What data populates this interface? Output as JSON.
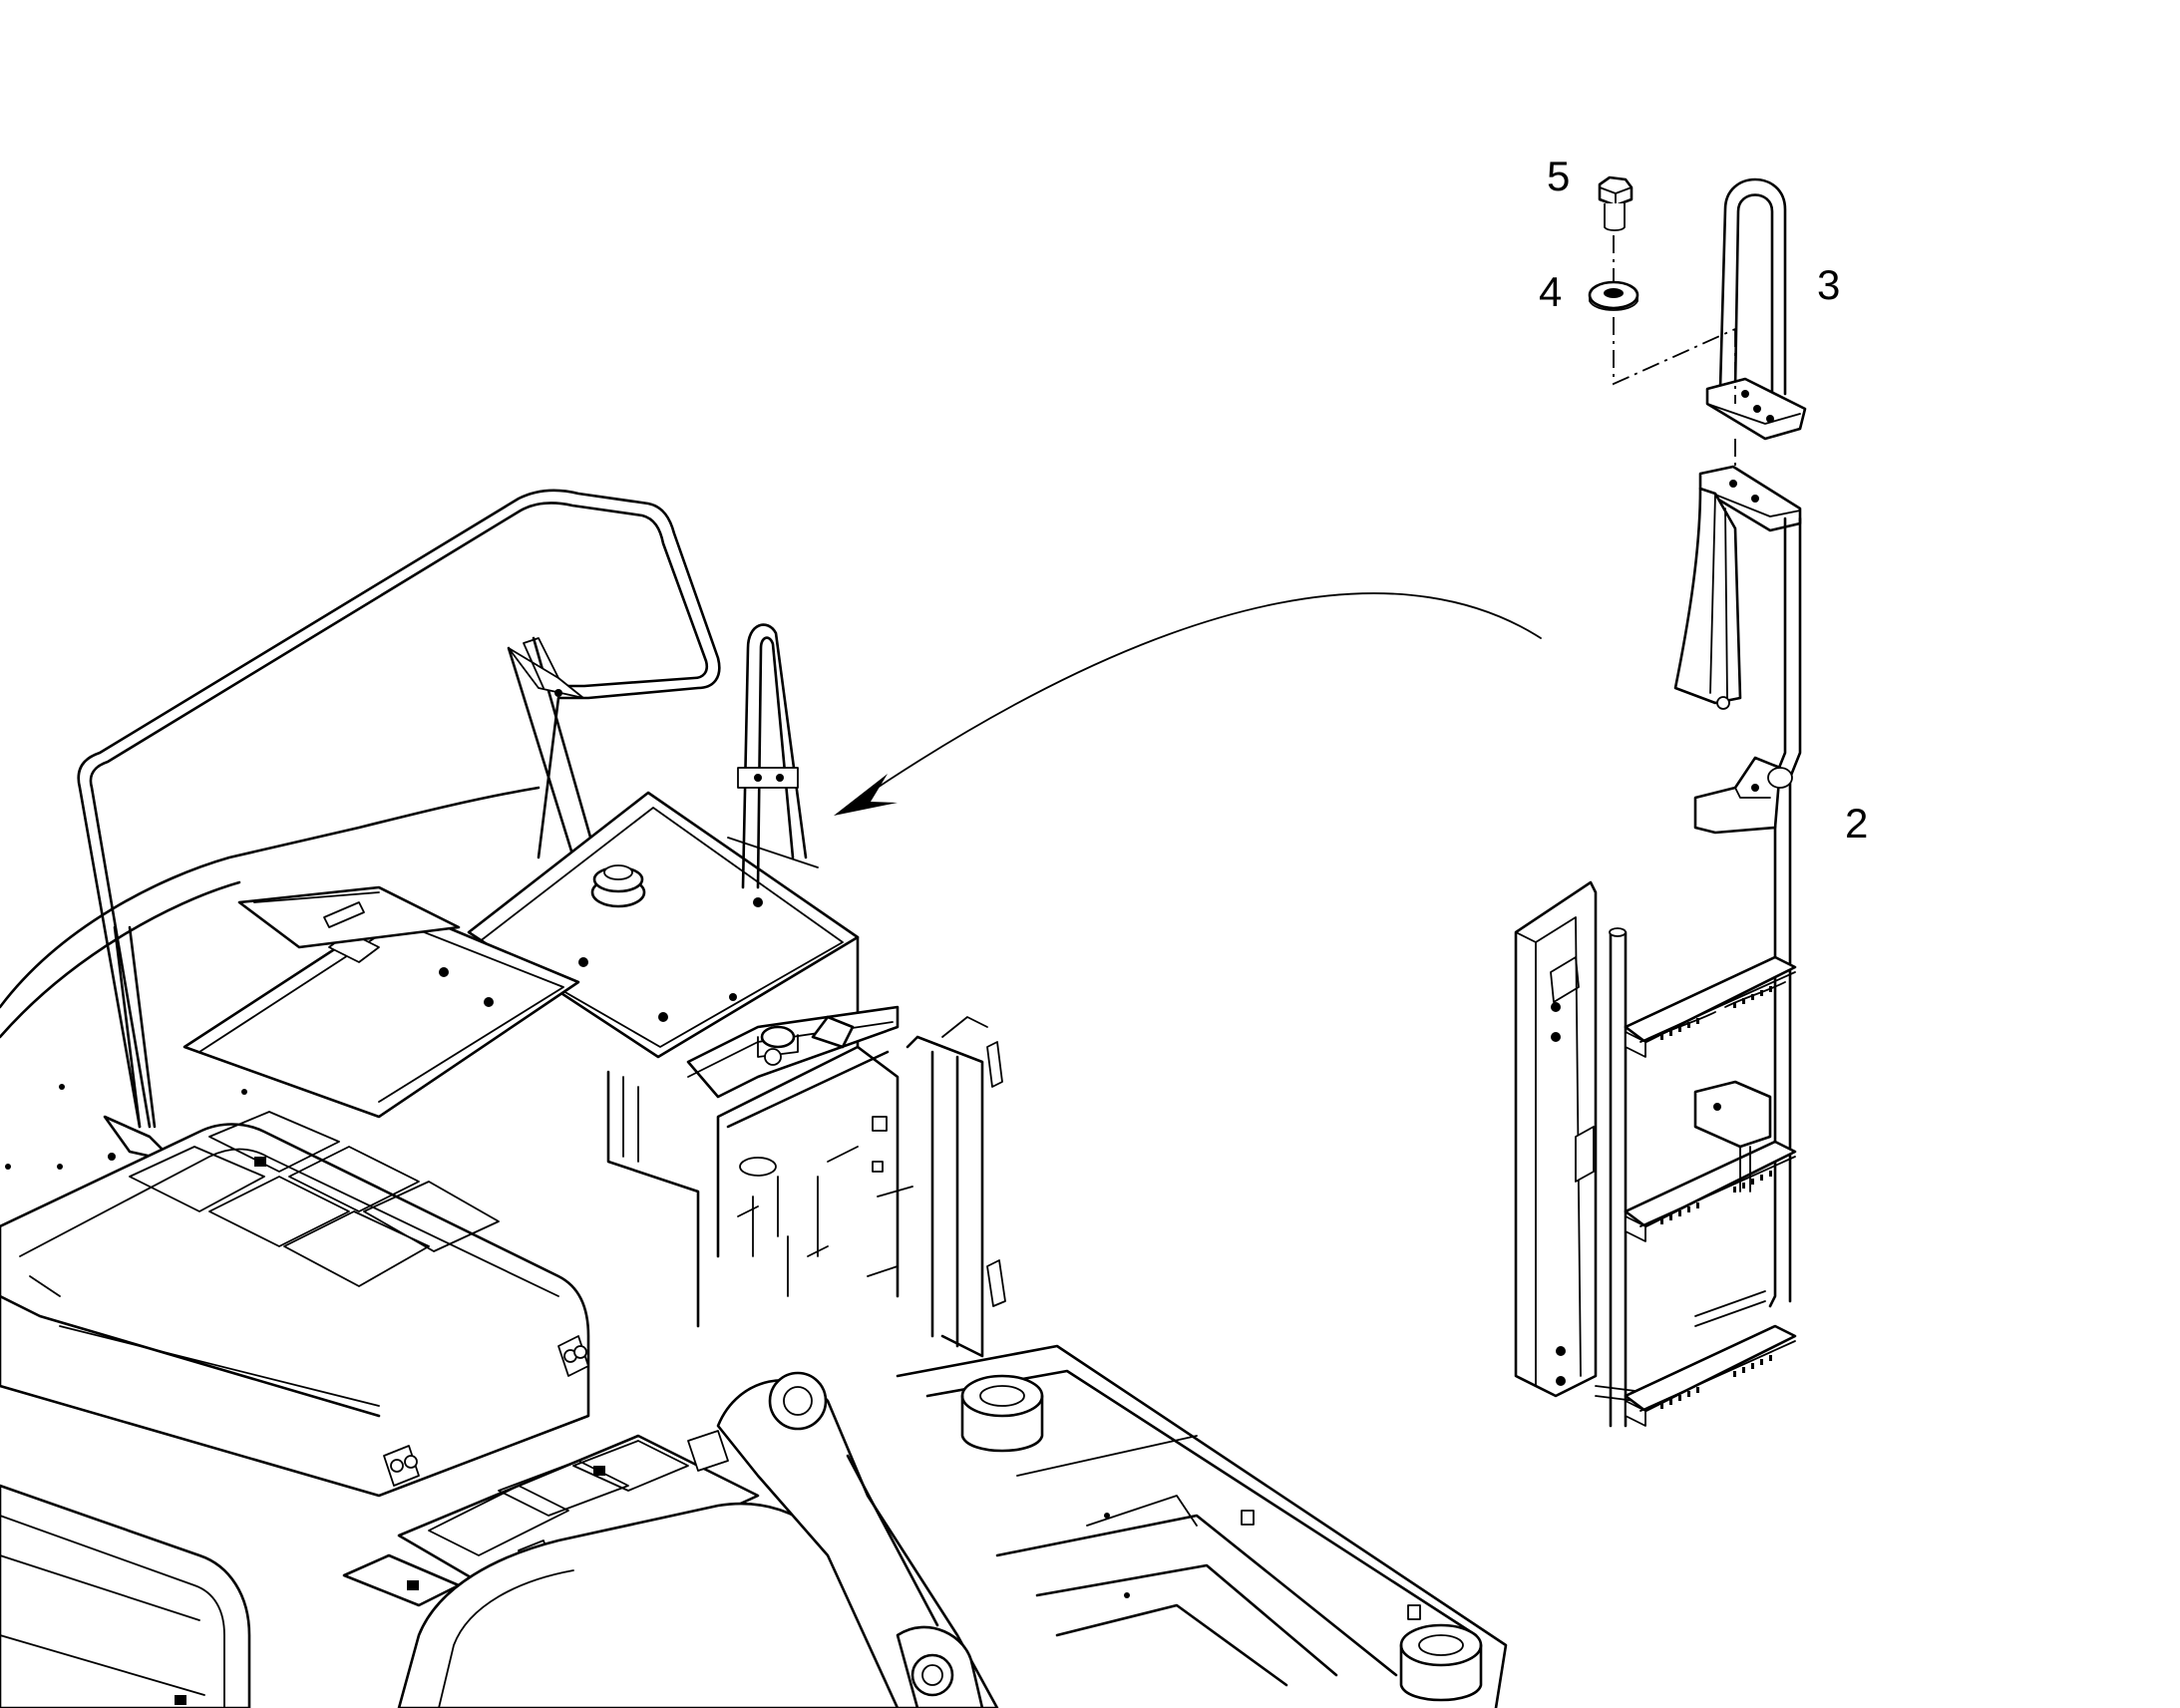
{
  "callouts": [
    {
      "id": "bolt",
      "text": "5"
    },
    {
      "id": "washer",
      "text": "4"
    },
    {
      "id": "handrail",
      "text": "3"
    },
    {
      "id": "ladder",
      "text": "2"
    }
  ],
  "colors": {
    "line": "#000000",
    "background": "#ffffff"
  }
}
